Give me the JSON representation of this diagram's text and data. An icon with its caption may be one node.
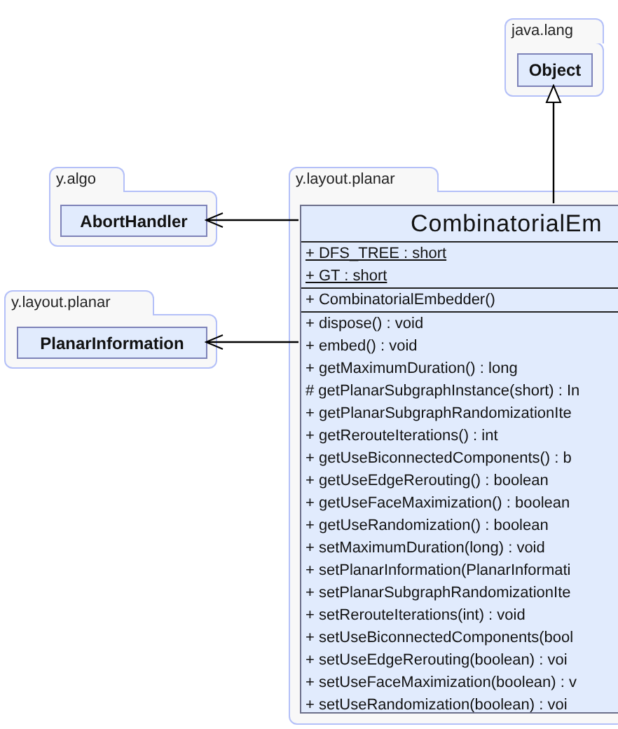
{
  "diagram": {
    "nodes": [
      {
        "text": [
          "java.lang"
        ]
      },
      {
        "text": [
          "Object"
        ],
        "in": 0
      },
      {
        "text": [
          "y.algo"
        ]
      },
      {
        "text": [
          "AbortHandler"
        ],
        "in": 2
      },
      {
        "text": [
          "y.layout.planar"
        ]
      },
      {
        "text": [
          "PlanarInformation"
        ],
        "in": 4
      },
      {
        "text": [
          "y.layout.planar"
        ]
      },
      {
        "text": [
          "CombinatorialEm",
          "+ DFS_TREE : short",
          "+ GT : short",
          "+ CombinatorialEmbedder()",
          "+ dispose() : void",
          "+ embed() : void",
          "+ getMaximumDuration() : long",
          "# getPlanarSubgraphInstance(short) : In",
          "+ getPlanarSubgraphRandomizationIte",
          "+ getRerouteIterations() : int",
          "+ getUseBiconnectedComponents() : b",
          "+ getUseEdgeRerouting() : boolean",
          "+ getUseFaceMaximization() : boolean",
          "+ getUseRandomization() : boolean",
          "+ setMaximumDuration(long) : void",
          "+ setPlanarInformation(PlanarInformati",
          "+ setPlanarSubgraphRandomizationIte",
          "+ setRerouteIterations(int) : void",
          "+ setUseBiconnectedComponents(bool",
          "+ setUseEdgeRerouting(boolean) : voi",
          "+ setUseFaceMaximization(boolean) : v",
          "+ setUseRandomization(boolean) : voi"
        ],
        "in": 6
      }
    ],
    "edges": [
      {
        "from": 7,
        "to": 1,
        "arrow": "to"
      },
      {
        "from": 7,
        "to": 3,
        "arrow": "to"
      },
      {
        "from": 7,
        "to": 5,
        "arrow": "to"
      }
    ]
  }
}
